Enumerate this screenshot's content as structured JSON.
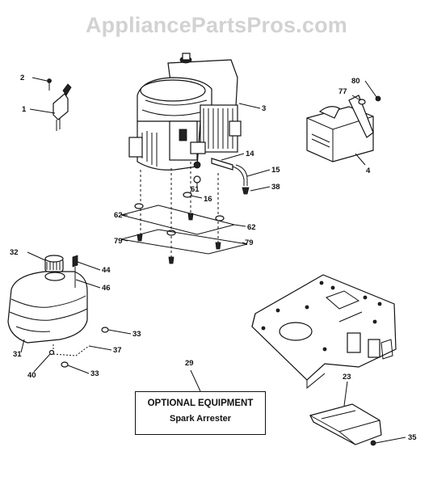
{
  "watermark": "AppliancePartsPros.com",
  "callouts": {
    "c1": "1",
    "c2": "2",
    "c3": "3",
    "c4": "4",
    "c14": "14",
    "c15": "15",
    "c16": "16",
    "c23": "23",
    "c29": "29",
    "c31": "31",
    "c32": "32",
    "c33a": "33",
    "c33b": "33",
    "c35": "35",
    "c37": "37",
    "c38": "38",
    "c40": "40",
    "c44": "44",
    "c46": "46",
    "c61": "61",
    "c62a": "62",
    "c62b": "62",
    "c77": "77",
    "c79a": "79",
    "c79b": "79",
    "c80": "80"
  },
  "optional_box": {
    "title": "OPTIONAL EQUIPMENT",
    "subtitle": "Spark Arrester"
  }
}
